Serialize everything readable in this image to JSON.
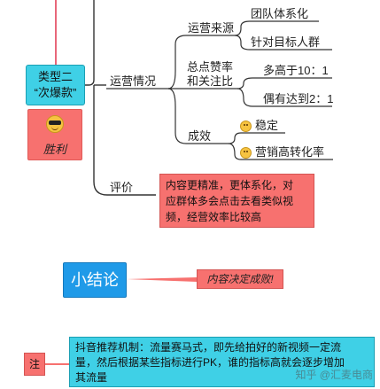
{
  "mindmap": {
    "main_node": {
      "line1": "类型二",
      "line2": "“次爆款”"
    },
    "result_badge": {
      "label": "胜利",
      "icon": "sunglasses-face-icon"
    },
    "operations": {
      "label": "运营情况",
      "source": {
        "label": "运营来源",
        "items": [
          "团队体系化",
          "针对目标人群"
        ]
      },
      "likes": {
        "line1": "总点赞率",
        "line2": "和关注比",
        "items": [
          "多高于10：1",
          "偶有达到2：1"
        ]
      },
      "results": {
        "label": "成效",
        "items": [
          "稳定",
          "营销高转化率"
        ],
        "item_icon": "smiley-icon"
      }
    },
    "evaluation": {
      "label": "评价",
      "text_lines": [
        "内容更精准，更体系化，对",
        "应群体多会点击去看类似视",
        "频，经营效率比较高"
      ]
    }
  },
  "summary": {
    "button": "小结论",
    "conclusion": "内容决定成败!"
  },
  "note": {
    "button": "注",
    "text_lines": [
      "抖音推荐机制：流量赛马式，即先给拍好的新视频一定流",
      "量，然后根据某些指标进行PK，谁的指标高就会逐步增加",
      "其流量"
    ]
  },
  "watermark": "知乎 @汇麦电商",
  "colors": {
    "cyan": "#3fd0e6",
    "red": "#f7716f",
    "blue": "#1f9ae8",
    "line": "#333333",
    "left_line": "#e8677a"
  }
}
